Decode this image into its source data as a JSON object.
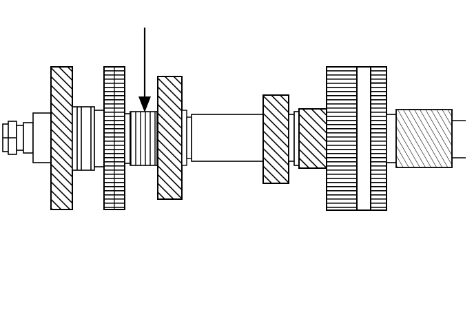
{
  "diagram": {
    "subject": "transmission-gear-shaft-assembly",
    "line_color": "#000000",
    "background_color": "#ffffff",
    "components": [
      {
        "id": "shaft-end-nut",
        "kind": "nut"
      },
      {
        "id": "bearing-collar",
        "kind": "collar"
      },
      {
        "id": "helical-gear-1",
        "kind": "helical-gear"
      },
      {
        "id": "synchro-ring-1",
        "kind": "ring"
      },
      {
        "id": "spur-gear-1",
        "kind": "spur-gear"
      },
      {
        "id": "synchro-sleeve",
        "kind": "sleeve"
      },
      {
        "id": "helical-gear-2",
        "kind": "helical-gear"
      },
      {
        "id": "main-shaft",
        "kind": "shaft"
      },
      {
        "id": "helical-gear-3",
        "kind": "helical-gear"
      },
      {
        "id": "helical-gear-4",
        "kind": "helical-gear"
      },
      {
        "id": "cluster-gear",
        "kind": "spur-gear"
      },
      {
        "id": "output-spline",
        "kind": "spline"
      }
    ],
    "callout": {
      "id": "indicator-arrow",
      "points_to": "synchro-sleeve"
    }
  }
}
